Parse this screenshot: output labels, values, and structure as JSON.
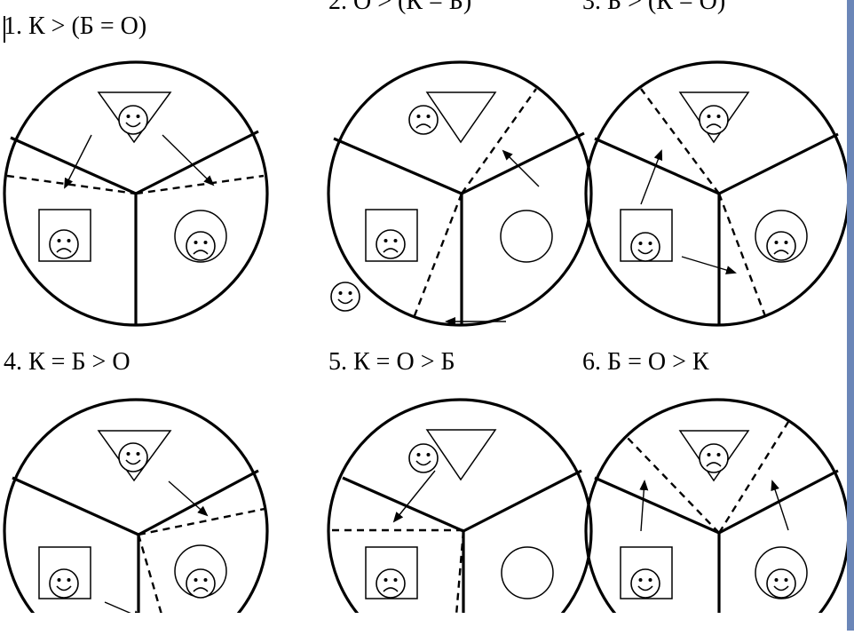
{
  "panels": [
    {
      "label": "1. К > (Б = О)"
    },
    {
      "label": "2. О > (К = Б)"
    },
    {
      "label": "3. Б > (К = О)"
    },
    {
      "label": "4. К = Б > О"
    },
    {
      "label": "5. К = О > Б"
    },
    {
      "label": "6. Б = О > К"
    }
  ],
  "icons": {
    "triangle": "triangle-icon",
    "square": "square-icon",
    "circle": "circle-icon",
    "happy": "happy-face-icon",
    "sad": "sad-face-icon"
  },
  "colors": {
    "ink": "#000000",
    "background": "#ffffff",
    "spellcheck_underline": "#2a9a2a",
    "window_edge": "#6b86b8"
  }
}
